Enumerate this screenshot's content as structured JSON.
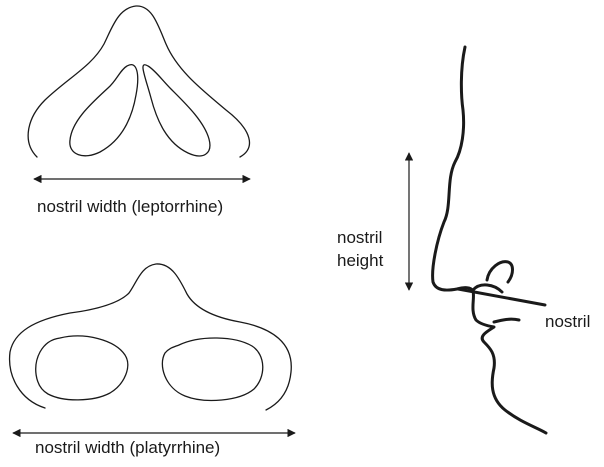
{
  "labels": {
    "leptorrhine_width": "nostril width (leptorrhine)",
    "platyrrhine_width": "nostril width (platyrrhine)",
    "nostril_height": "nostril height",
    "nostril": "nostril"
  },
  "colors": {
    "stroke": "#1a1a1a",
    "background": "#ffffff"
  }
}
